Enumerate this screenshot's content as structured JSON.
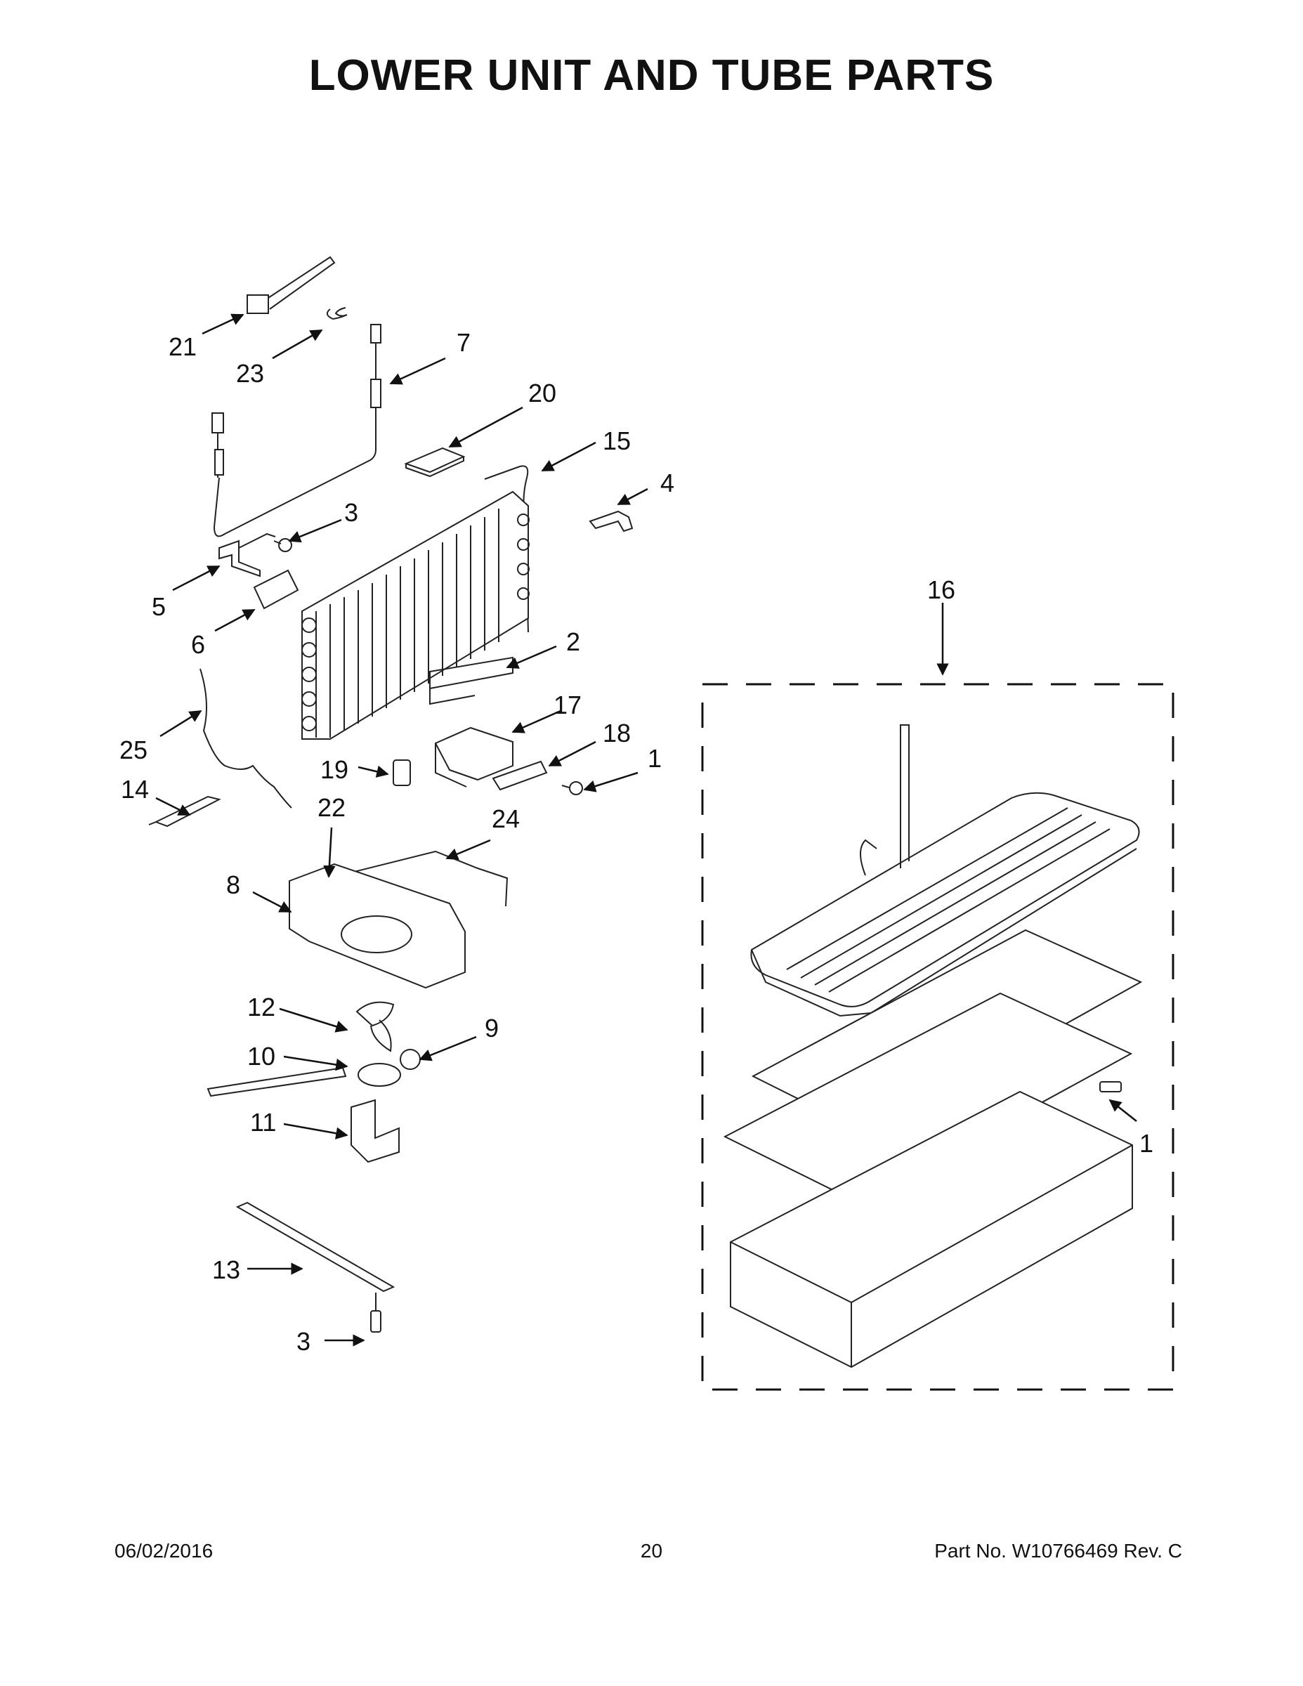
{
  "title": "LOWER UNIT AND TUBE PARTS",
  "callouts": {
    "c1a": "1",
    "c1b": "1",
    "c2": "2",
    "c3a": "3",
    "c3b": "3",
    "c4": "4",
    "c5": "5",
    "c6": "6",
    "c7": "7",
    "c8": "8",
    "c9": "9",
    "c10": "10",
    "c11": "11",
    "c12": "12",
    "c13": "13",
    "c14": "14",
    "c15": "15",
    "c16": "16",
    "c17": "17",
    "c18": "18",
    "c19": "19",
    "c20": "20",
    "c21": "21",
    "c22": "22",
    "c23": "23",
    "c24": "24",
    "c25": "25"
  },
  "footer": {
    "date": "06/02/2016",
    "page": "20",
    "part": "Part No.  W10766469  Rev.  C"
  }
}
